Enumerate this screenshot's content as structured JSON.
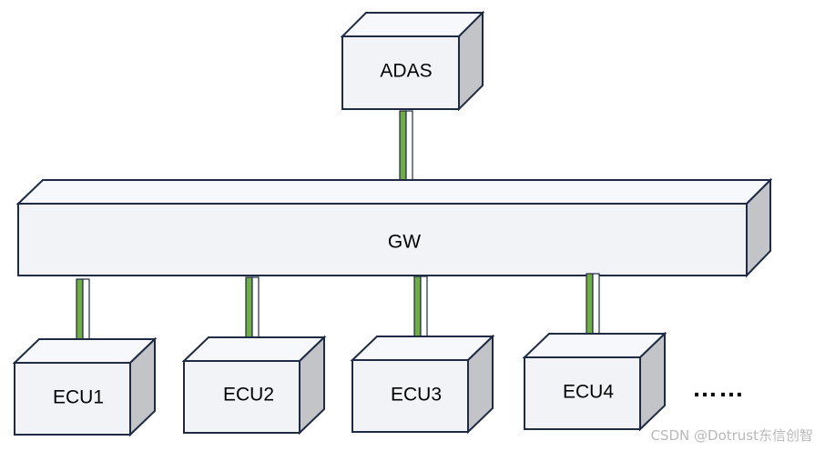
{
  "nodes": {
    "adas": {
      "label": "ADAS"
    },
    "gw": {
      "label": "GW"
    },
    "ecu1": {
      "label": "ECU1"
    },
    "ecu2": {
      "label": "ECU2"
    },
    "ecu3": {
      "label": "ECU3"
    },
    "ecu4": {
      "label": "ECU4"
    }
  },
  "ellipsis": "……",
  "watermark": "CSDN @Dotrust东信创智",
  "colors": {
    "connector_green": "#70ad47",
    "box_stroke": "#1f2a44",
    "box_face": "#f2f3f7",
    "box_side": "#c3c4c8",
    "watermark": "#b9b9b9"
  }
}
